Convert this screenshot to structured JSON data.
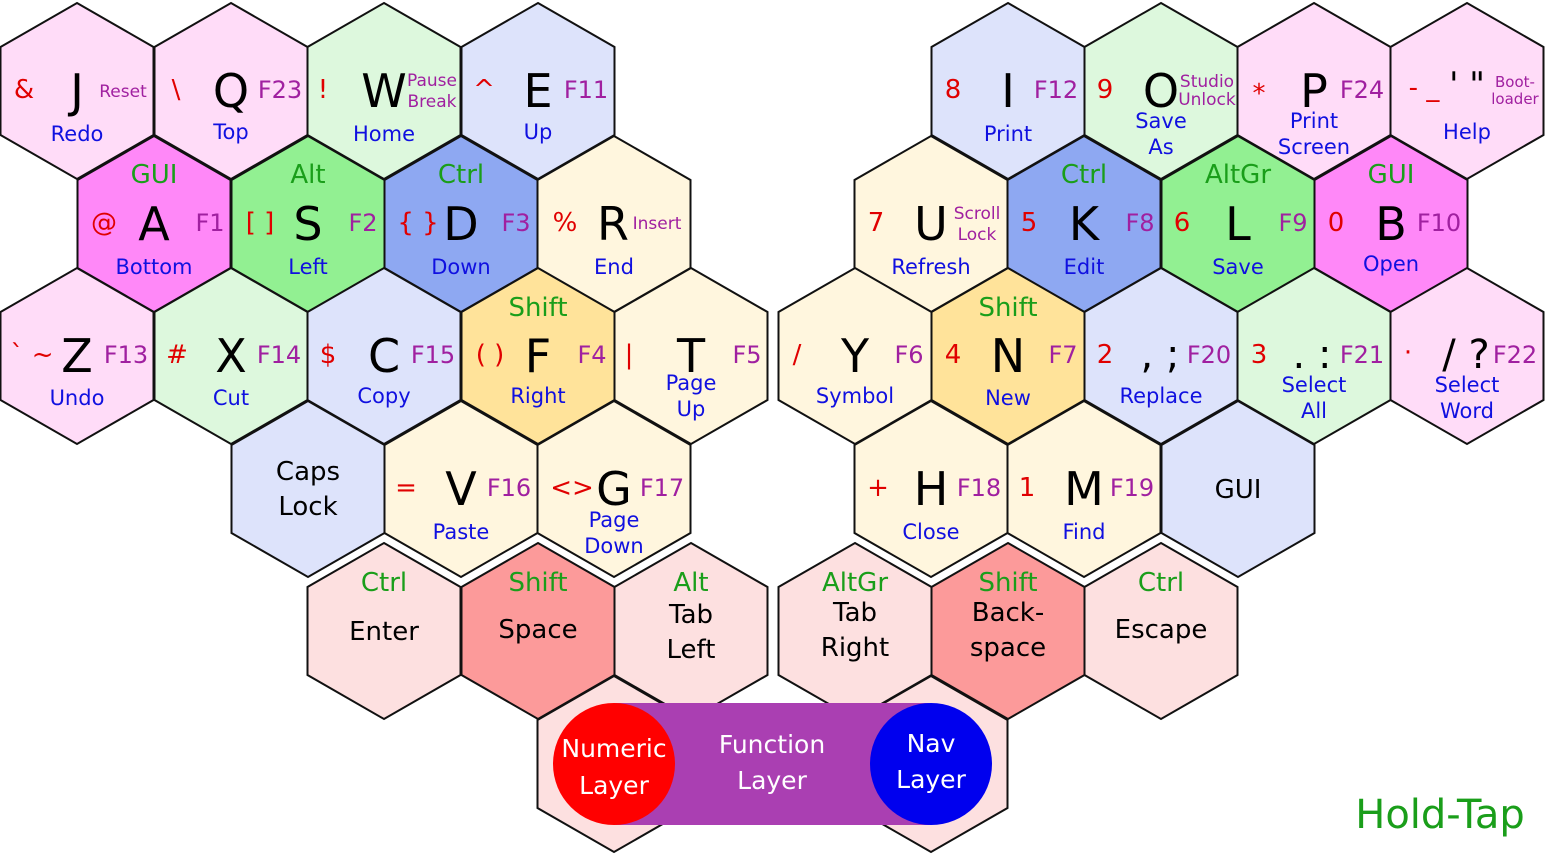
{
  "legend": "Hold-Tap",
  "colors": {
    "pink": "#ffdcf8",
    "magenta": "#ff88f8",
    "green_light": "#ddf8dd",
    "green": "#92f092",
    "blue_light": "#dde3fb",
    "blue": "#8ea8f2",
    "yellow_light": "#fff6de",
    "yellow": "#ffe39a",
    "red_light": "#fde0e0",
    "red": "#fc9a9a",
    "purple": "#aa3fb2",
    "numeric_red": "#ff0000",
    "nav_blue": "#0000ee"
  },
  "keys": {
    "j": {
      "main": "J",
      "sym": "&",
      "fn": "Reset",
      "nav": "Redo"
    },
    "q": {
      "main": "Q",
      "sym": "\\",
      "fn": "F23",
      "nav": "Top"
    },
    "w": {
      "main": "W",
      "sym": "!",
      "fn1": "Pause",
      "fn2": "Break",
      "nav": "Home"
    },
    "e": {
      "main": "E",
      "sym": "^",
      "fn": "F11",
      "nav": "Up"
    },
    "a": {
      "mod": "GUI",
      "main": "A",
      "sym": "@",
      "fn": "F1",
      "nav": "Bottom"
    },
    "s": {
      "mod": "Alt",
      "main": "S",
      "sym": "[ ]",
      "fn": "F2",
      "nav": "Left"
    },
    "d": {
      "mod": "Ctrl",
      "main": "D",
      "sym": "{ }",
      "fn": "F3",
      "nav": "Down"
    },
    "r": {
      "main": "R",
      "sym": "%",
      "fn": "Insert",
      "nav": "End"
    },
    "z": {
      "main": "Z",
      "sym": "` ~",
      "fn": "F13",
      "nav": "Undo"
    },
    "x": {
      "main": "X",
      "sym": "#",
      "fn": "F14",
      "nav": "Cut"
    },
    "c": {
      "main": "C",
      "sym": "$",
      "fn": "F15",
      "nav": "Copy"
    },
    "f": {
      "mod": "Shift",
      "main": "F",
      "sym": "( )",
      "fn": "F4",
      "nav": "Right"
    },
    "t": {
      "main": "T",
      "sym": "|",
      "fn": "F5",
      "nav1": "Page",
      "nav2": "Up"
    },
    "capslock": {
      "line1": "Caps",
      "line2": "Lock"
    },
    "v": {
      "main": "V",
      "sym": "=",
      "fn": "F16",
      "nav": "Paste"
    },
    "g": {
      "main": "G",
      "sym": "<>",
      "fn": "F17",
      "nav1": "Page",
      "nav2": "Down"
    },
    "enter": {
      "mod": "Ctrl",
      "word": "Enter"
    },
    "space": {
      "mod": "Shift",
      "word": "Space"
    },
    "tableft": {
      "mod": "Alt",
      "line1": "Tab",
      "line2": "Left"
    },
    "i": {
      "main": "I",
      "sym": "8",
      "fn": "F12",
      "nav": "Print"
    },
    "o": {
      "main": "O",
      "sym": "9",
      "fn1": "Studio",
      "fn2": "Unlock",
      "nav1": "Save",
      "nav2": "As"
    },
    "p": {
      "main": "P",
      "sym": "*",
      "fn": "F24",
      "nav1": "Print",
      "nav2": "Screen"
    },
    "quote": {
      "main": "' \"",
      "sym": "- _",
      "fn1": "Boot-",
      "fn2": "loader",
      "nav": "Help"
    },
    "u": {
      "main": "U",
      "sym": "7",
      "fn1": "Scroll",
      "fn2": "Lock",
      "nav": "Refresh"
    },
    "k": {
      "mod": "Ctrl",
      "main": "K",
      "sym": "5",
      "fn": "F8",
      "nav": "Edit"
    },
    "l": {
      "mod": "AltGr",
      "main": "L",
      "sym": "6",
      "fn": "F9",
      "nav": "Save"
    },
    "b": {
      "mod": "GUI",
      "main": "B",
      "sym": "0",
      "fn": "F10",
      "nav": "Open"
    },
    "y": {
      "main": "Y",
      "sym": "/",
      "fn": "F6",
      "nav": "Symbol"
    },
    "n": {
      "mod": "Shift",
      "main": "N",
      "sym": "4",
      "fn": "F7",
      "nav": "New"
    },
    "comma": {
      "main": ", ;",
      "sym": "2",
      "fn": "F20",
      "nav": "Replace"
    },
    "period": {
      "main": ". :",
      "sym": "3",
      "fn": "F21",
      "nav1": "Select",
      "nav2": "All"
    },
    "slash": {
      "main": "/ ?",
      "sym": "·",
      "fn": "F22",
      "nav1": "Select",
      "nav2": "Word"
    },
    "h": {
      "main": "H",
      "sym": "+",
      "fn": "F18",
      "nav": "Close"
    },
    "m": {
      "main": "M",
      "sym": "1",
      "fn": "F19",
      "nav": "Find"
    },
    "gui": {
      "word": "GUI"
    },
    "tabright": {
      "mod": "AltGr",
      "line1": "Tab",
      "line2": "Right"
    },
    "backspace": {
      "mod": "Shift",
      "line1": "Back-",
      "line2": "space"
    },
    "escape": {
      "mod": "Ctrl",
      "word": "Escape"
    }
  },
  "layers": {
    "numeric": {
      "line1": "Numeric",
      "line2": "Layer"
    },
    "function": {
      "line1": "Function",
      "line2": "Layer"
    },
    "nav": {
      "line1": "Nav",
      "line2": "Layer"
    }
  }
}
